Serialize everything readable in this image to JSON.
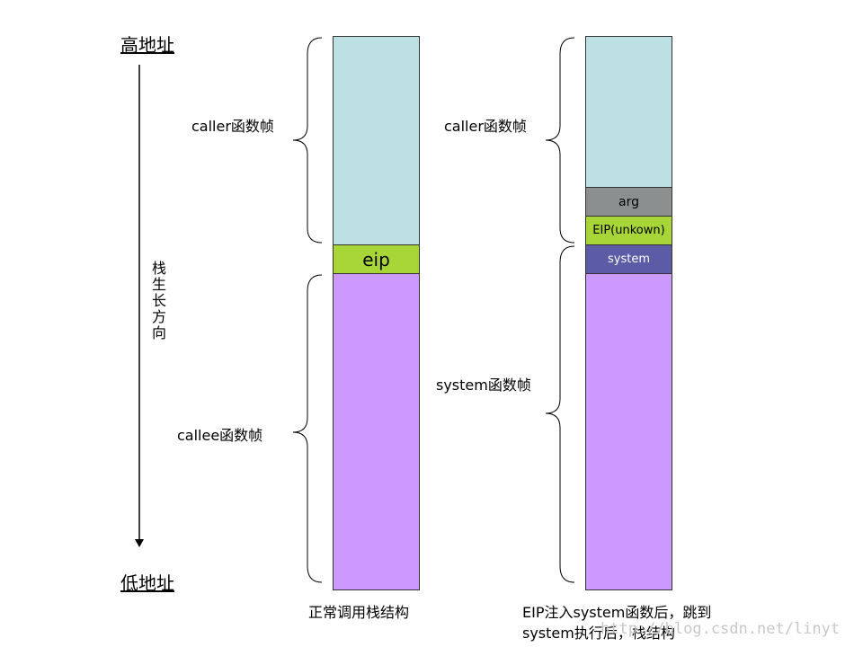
{
  "address": {
    "high": "高地址",
    "low": "低地址"
  },
  "growth_direction": [
    "栈",
    "生",
    "长",
    "方",
    "向"
  ],
  "left_stack": {
    "caption": "正常调用栈结构",
    "caller_label": "caller函数帧",
    "callee_label": "callee函数帧",
    "eip_label": "eip"
  },
  "right_stack": {
    "caption_line1": "EIP注入system函数后，跳到",
    "caption_line2": "system执行后，栈结构",
    "caller_label": "caller函数帧",
    "system_frame_label": "system函数帧",
    "arg_label": "arg",
    "eip_label": "EIP(unkown)",
    "system_label": "system"
  },
  "watermark": "http://blog.csdn.net/linyt",
  "colors": {
    "caller": "#bce0e4",
    "eip": "#a8d638",
    "callee": "#cc99ff",
    "arg": "#8c8f8f",
    "system": "#5b5ba6"
  }
}
